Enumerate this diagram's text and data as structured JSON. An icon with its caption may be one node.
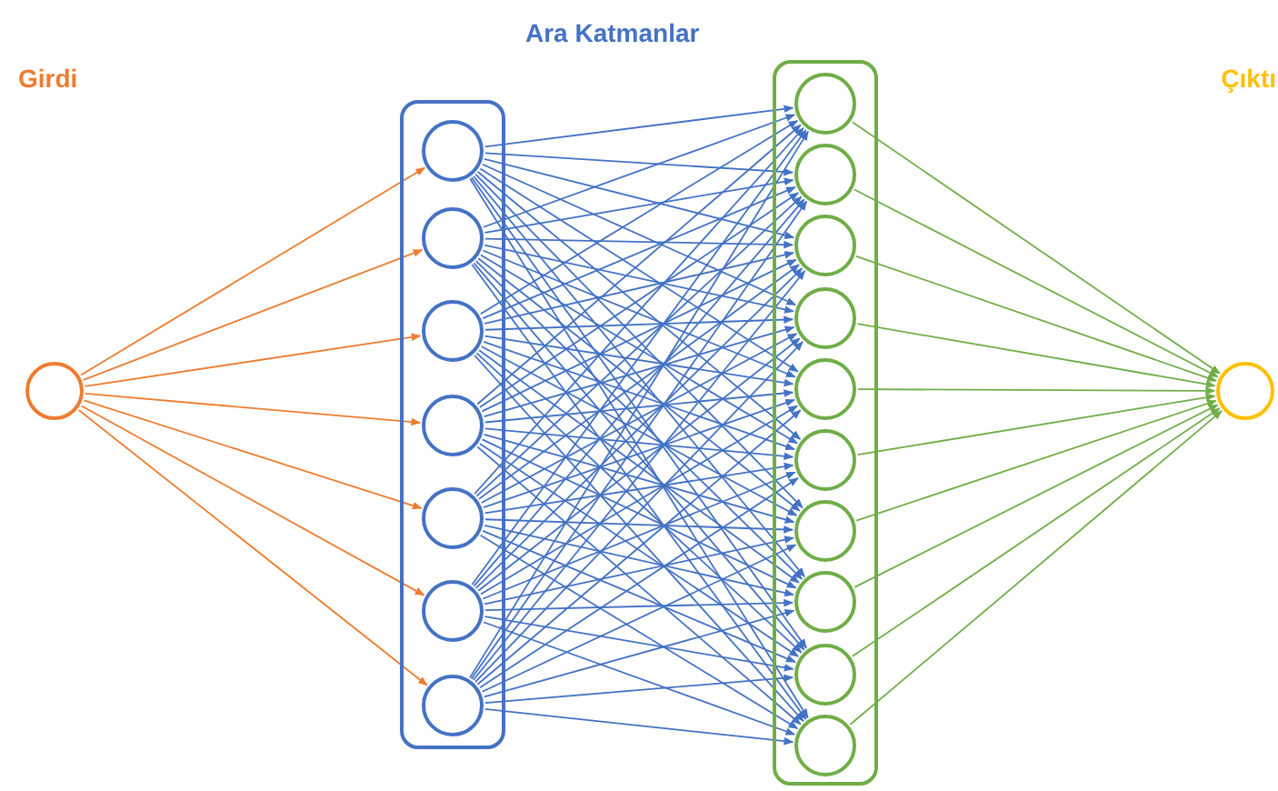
{
  "diagram": {
    "nodes": [
      {
        "text": [],
        "shape": "circle"
      },
      {
        "text": [],
        "shape": "box"
      },
      {
        "text": [],
        "shape": "circle",
        "in": 1
      },
      {
        "text": [],
        "shape": "circle",
        "in": 1
      },
      {
        "text": [],
        "shape": "circle",
        "in": 1
      },
      {
        "text": [],
        "shape": "circle",
        "in": 1
      },
      {
        "text": [],
        "shape": "circle",
        "in": 1
      },
      {
        "text": [],
        "shape": "circle",
        "in": 1
      },
      {
        "text": [],
        "shape": "circle",
        "in": 1
      },
      {
        "text": [],
        "shape": "box"
      },
      {
        "text": [],
        "shape": "circle",
        "in": 9
      },
      {
        "text": [],
        "shape": "circle",
        "in": 9
      },
      {
        "text": [],
        "shape": "circle",
        "in": 9
      },
      {
        "text": [],
        "shape": "circle",
        "in": 9
      },
      {
        "text": [],
        "shape": "circle",
        "in": 9
      },
      {
        "text": [],
        "shape": "circle",
        "in": 9
      },
      {
        "text": [],
        "shape": "circle",
        "in": 9
      },
      {
        "text": [],
        "shape": "circle",
        "in": 9
      },
      {
        "text": [],
        "shape": "circle",
        "in": 9
      },
      {
        "text": [],
        "shape": "circle",
        "in": 9
      },
      {
        "text": [],
        "shape": "circle"
      }
    ],
    "edges": [
      {
        "from": 0,
        "to": 2,
        "arrow": "to",
        "color": "#ed7d31"
      },
      {
        "from": 0,
        "to": 3,
        "arrow": "to",
        "color": "#ed7d31"
      },
      {
        "from": 0,
        "to": 4,
        "arrow": "to",
        "color": "#ed7d31"
      },
      {
        "from": 0,
        "to": 5,
        "arrow": "to",
        "color": "#ed7d31"
      },
      {
        "from": 0,
        "to": 6,
        "arrow": "to",
        "color": "#ed7d31"
      },
      {
        "from": 0,
        "to": 7,
        "arrow": "to",
        "color": "#ed7d31"
      },
      {
        "from": 0,
        "to": 8,
        "arrow": "to",
        "color": "#ed7d31"
      },
      {
        "from": 2,
        "to": 10,
        "arrow": "to"
      },
      {
        "from": 2,
        "to": 11,
        "arrow": "to"
      },
      {
        "from": 2,
        "to": 12,
        "arrow": "to"
      },
      {
        "from": 2,
        "to": 13,
        "arrow": "to"
      },
      {
        "from": 2,
        "to": 14,
        "arrow": "to"
      },
      {
        "from": 2,
        "to": 15,
        "arrow": "to"
      },
      {
        "from": 2,
        "to": 16,
        "arrow": "to"
      },
      {
        "from": 2,
        "to": 17,
        "arrow": "to"
      },
      {
        "from": 2,
        "to": 18,
        "arrow": "to"
      },
      {
        "from": 2,
        "to": 19,
        "arrow": "to"
      },
      {
        "from": 3,
        "to": 10,
        "arrow": "to"
      },
      {
        "from": 3,
        "to": 11,
        "arrow": "to"
      },
      {
        "from": 3,
        "to": 12,
        "arrow": "to"
      },
      {
        "from": 3,
        "to": 13,
        "arrow": "to"
      },
      {
        "from": 3,
        "to": 14,
        "arrow": "to"
      },
      {
        "from": 3,
        "to": 15,
        "arrow": "to"
      },
      {
        "from": 3,
        "to": 16,
        "arrow": "to"
      },
      {
        "from": 3,
        "to": 17,
        "arrow": "to"
      },
      {
        "from": 3,
        "to": 18,
        "arrow": "to"
      },
      {
        "from": 3,
        "to": 19,
        "arrow": "to"
      },
      {
        "from": 4,
        "to": 10,
        "arrow": "to"
      },
      {
        "from": 4,
        "to": 11,
        "arrow": "to"
      },
      {
        "from": 4,
        "to": 12,
        "arrow": "to"
      },
      {
        "from": 4,
        "to": 13,
        "arrow": "to"
      },
      {
        "from": 4,
        "to": 14,
        "arrow": "to"
      },
      {
        "from": 4,
        "to": 15,
        "arrow": "to"
      },
      {
        "from": 4,
        "to": 16,
        "arrow": "to"
      },
      {
        "from": 4,
        "to": 17,
        "arrow": "to"
      },
      {
        "from": 4,
        "to": 18,
        "arrow": "to"
      },
      {
        "from": 4,
        "to": 19,
        "arrow": "to"
      },
      {
        "from": 5,
        "to": 10,
        "arrow": "to"
      },
      {
        "from": 5,
        "to": 11,
        "arrow": "to"
      },
      {
        "from": 5,
        "to": 12,
        "arrow": "to"
      },
      {
        "from": 5,
        "to": 13,
        "arrow": "to"
      },
      {
        "from": 5,
        "to": 14,
        "arrow": "to"
      },
      {
        "from": 5,
        "to": 15,
        "arrow": "to"
      },
      {
        "from": 5,
        "to": 16,
        "arrow": "to"
      },
      {
        "from": 5,
        "to": 17,
        "arrow": "to"
      },
      {
        "from": 5,
        "to": 18,
        "arrow": "to"
      },
      {
        "from": 5,
        "to": 19,
        "arrow": "to"
      },
      {
        "from": 6,
        "to": 10,
        "arrow": "to"
      },
      {
        "from": 6,
        "to": 11,
        "arrow": "to"
      },
      {
        "from": 6,
        "to": 12,
        "arrow": "to"
      },
      {
        "from": 6,
        "to": 13,
        "arrow": "to"
      },
      {
        "from": 6,
        "to": 14,
        "arrow": "to"
      },
      {
        "from": 6,
        "to": 15,
        "arrow": "to"
      },
      {
        "from": 6,
        "to": 16,
        "arrow": "to"
      },
      {
        "from": 6,
        "to": 17,
        "arrow": "to"
      },
      {
        "from": 6,
        "to": 18,
        "arrow": "to"
      },
      {
        "from": 6,
        "to": 19,
        "arrow": "to"
      },
      {
        "from": 7,
        "to": 10,
        "arrow": "to"
      },
      {
        "from": 7,
        "to": 11,
        "arrow": "to"
      },
      {
        "from": 7,
        "to": 12,
        "arrow": "to"
      },
      {
        "from": 7,
        "to": 13,
        "arrow": "to"
      },
      {
        "from": 7,
        "to": 14,
        "arrow": "to"
      },
      {
        "from": 7,
        "to": 15,
        "arrow": "to"
      },
      {
        "from": 7,
        "to": 16,
        "arrow": "to"
      },
      {
        "from": 7,
        "to": 17,
        "arrow": "to"
      },
      {
        "from": 7,
        "to": 18,
        "arrow": "to"
      },
      {
        "from": 7,
        "to": 19,
        "arrow": "to"
      },
      {
        "from": 8,
        "to": 10,
        "arrow": "to"
      },
      {
        "from": 8,
        "to": 11,
        "arrow": "to"
      },
      {
        "from": 8,
        "to": 12,
        "arrow": "to"
      },
      {
        "from": 8,
        "to": 13,
        "arrow": "to"
      },
      {
        "from": 8,
        "to": 14,
        "arrow": "to"
      },
      {
        "from": 8,
        "to": 15,
        "arrow": "to"
      },
      {
        "from": 8,
        "to": 16,
        "arrow": "to"
      },
      {
        "from": 8,
        "to": 17,
        "arrow": "to"
      },
      {
        "from": 8,
        "to": 18,
        "arrow": "to"
      },
      {
        "from": 8,
        "to": 19,
        "arrow": "to"
      },
      {
        "from": 10,
        "to": 20,
        "arrow": "to",
        "color": "#70ad47"
      },
      {
        "from": 11,
        "to": 20,
        "arrow": "to",
        "color": "#70ad47"
      },
      {
        "from": 12,
        "to": 20,
        "arrow": "to",
        "color": "#70ad47"
      },
      {
        "from": 13,
        "to": 20,
        "arrow": "to",
        "color": "#70ad47"
      },
      {
        "from": 14,
        "to": 20,
        "arrow": "to",
        "color": "#70ad47"
      },
      {
        "from": 15,
        "to": 20,
        "arrow": "to",
        "color": "#70ad47"
      },
      {
        "from": 16,
        "to": 20,
        "arrow": "to",
        "color": "#70ad47"
      },
      {
        "from": 17,
        "to": 20,
        "arrow": "to",
        "color": "#70ad47"
      },
      {
        "from": 18,
        "to": 20,
        "arrow": "to",
        "color": "#70ad47"
      },
      {
        "from": 19,
        "to": 20,
        "arrow": "to",
        "color": "#70ad47"
      }
    ],
    "labels": [
      "Girdi",
      "Ara Katmanlar",
      "Çıktı"
    ]
  }
}
